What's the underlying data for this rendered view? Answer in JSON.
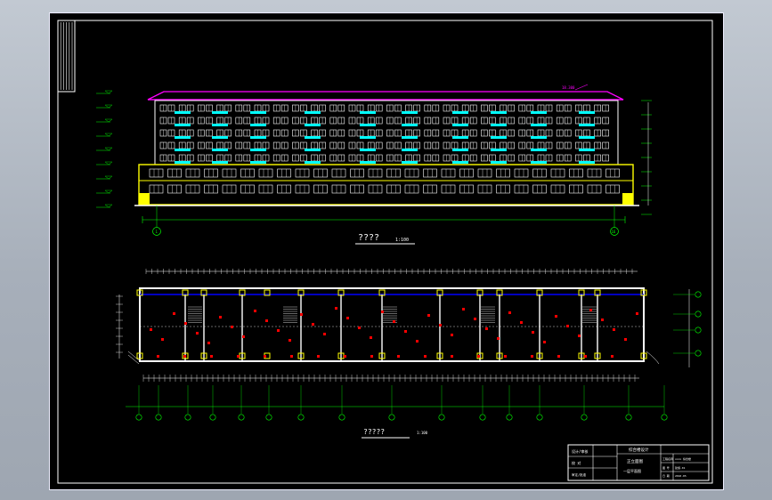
{
  "drawing": {
    "elevation_label": "????",
    "elevation_scale": "1:100",
    "plan_label": "?????",
    "plan_scale": "1:100",
    "roof_label": "18.300",
    "grid_start": "1",
    "grid_end": "16"
  },
  "colors": {
    "background": "#000000",
    "frame": "#ffffff",
    "wall": "#ffffff",
    "window": "#ffffff",
    "balcony": "#00ffff",
    "roof": "#ff00ff",
    "podium": "#ffff00",
    "dimension": "#00ff00",
    "column": "#ffff00",
    "furniture": "#ff0000",
    "partition": "#0000ff"
  },
  "title_block": {
    "col1_row1": "设计/审核",
    "col1_row2": "校 对",
    "col1_row3": "审定/批准",
    "project": "综合楼设计",
    "sheet": "正立面图",
    "drawing": "一层平面图",
    "r1a": "工程名称",
    "r1b": "xxxx 综合楼",
    "r2a": "图 号",
    "r2b": "建施-01",
    "r3a": "日 期",
    "r3b": "2010.05"
  }
}
